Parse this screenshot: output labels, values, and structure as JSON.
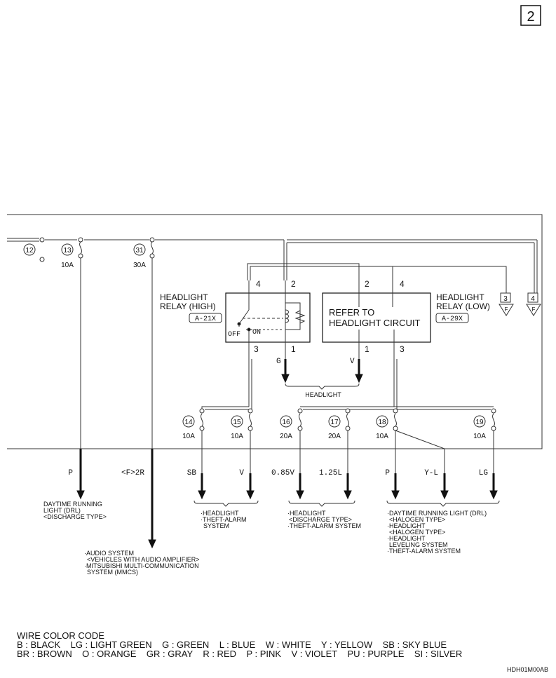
{
  "page_number": "2",
  "fuses": [
    {
      "id": "fuse-12",
      "num": "12",
      "rating": ""
    },
    {
      "id": "fuse-13",
      "num": "13",
      "rating": "10A"
    },
    {
      "id": "fuse-31",
      "num": "31",
      "rating": "30A"
    },
    {
      "id": "fuse-14",
      "num": "14",
      "rating": "10A"
    },
    {
      "id": "fuse-15",
      "num": "15",
      "rating": "10A"
    },
    {
      "id": "fuse-16",
      "num": "16",
      "rating": "20A"
    },
    {
      "id": "fuse-17",
      "num": "17",
      "rating": "20A"
    },
    {
      "id": "fuse-18",
      "num": "18",
      "rating": "10A"
    },
    {
      "id": "fuse-19",
      "num": "19",
      "rating": "10A"
    }
  ],
  "relay_high": {
    "title_line1": "HEADLIGHT",
    "title_line2": "RELAY (HIGH)",
    "connector": "A-21X",
    "pin_top_left": "4",
    "pin_top_right": "2",
    "pin_bottom_left": "3",
    "pin_bottom_right": "1",
    "switch_off": "OFF",
    "switch_on": "ON"
  },
  "relay_low": {
    "title_line1": "HEADLIGHT",
    "title_line2": "RELAY (LOW)",
    "connector": "A-29X",
    "body_line1": "REFER TO",
    "body_line2": "HEADLIGHT CIRCUIT",
    "pin_top_left": "2",
    "pin_top_right": "4",
    "pin_bottom_left": "1",
    "pin_bottom_right": "3"
  },
  "terminals": [
    {
      "id": "terminal-3",
      "num": "3",
      "letter": "F"
    },
    {
      "id": "terminal-4",
      "num": "4",
      "letter": "F"
    }
  ],
  "relay_wires": {
    "high_out": "G",
    "low_out": "V",
    "group_label": "HEADLIGHT"
  },
  "outputs": [
    {
      "id": "wire-p-1",
      "label": "P"
    },
    {
      "id": "wire-f2r",
      "label": "<F>2R"
    },
    {
      "id": "wire-sb",
      "label": "SB"
    },
    {
      "id": "wire-v",
      "label": "V"
    },
    {
      "id": "wire-085v",
      "label": "0.85V"
    },
    {
      "id": "wire-125l",
      "label": "1.25L"
    },
    {
      "id": "wire-p-2",
      "label": "P"
    },
    {
      "id": "wire-yl",
      "label": "Y-L"
    },
    {
      "id": "wire-lg",
      "label": "LG"
    }
  ],
  "destinations": {
    "drl_discharge": [
      "DAYTIME RUNNING",
      "LIGHT (DRL)",
      "<DISCHARGE TYPE>"
    ],
    "audio": [
      "·AUDIO SYSTEM",
      "<VEHICLES WITH AUDIO AMPLIFIER>",
      "·MITSUBISHI MULTI-COMMUNICATION",
      "SYSTEM (MMCS)"
    ],
    "headlight_theft": [
      "·HEADLIGHT",
      "·THEFT-ALARM",
      "SYSTEM"
    ],
    "headlight_discharge": [
      "·HEADLIGHT",
      "<DISCHARGE TYPE>",
      "·THEFT-ALARM SYSTEM"
    ],
    "drl_halogen": [
      "·DAYTIME RUNNING LIGHT (DRL)",
      "<HALOGEN TYPE>",
      "·HEADLIGHT",
      "<HALOGEN TYPE>",
      "·HEADLIGHT",
      "LEVELING SYSTEM",
      "·THEFT-ALARM SYSTEM"
    ]
  },
  "legend": {
    "title": "WIRE COLOR CODE",
    "line1": "B : BLACK    LG : LIGHT GREEN    G : GREEN    L : BLUE    W : WHITE    Y : YELLOW    SB : SKY BLUE",
    "line2": "BR : BROWN    O : ORANGE    GR : GRAY    R : RED    P : PINK    V : VIOLET    PU : PURPLE    SI : SILVER"
  },
  "figure_code": "HDH01M00AB"
}
